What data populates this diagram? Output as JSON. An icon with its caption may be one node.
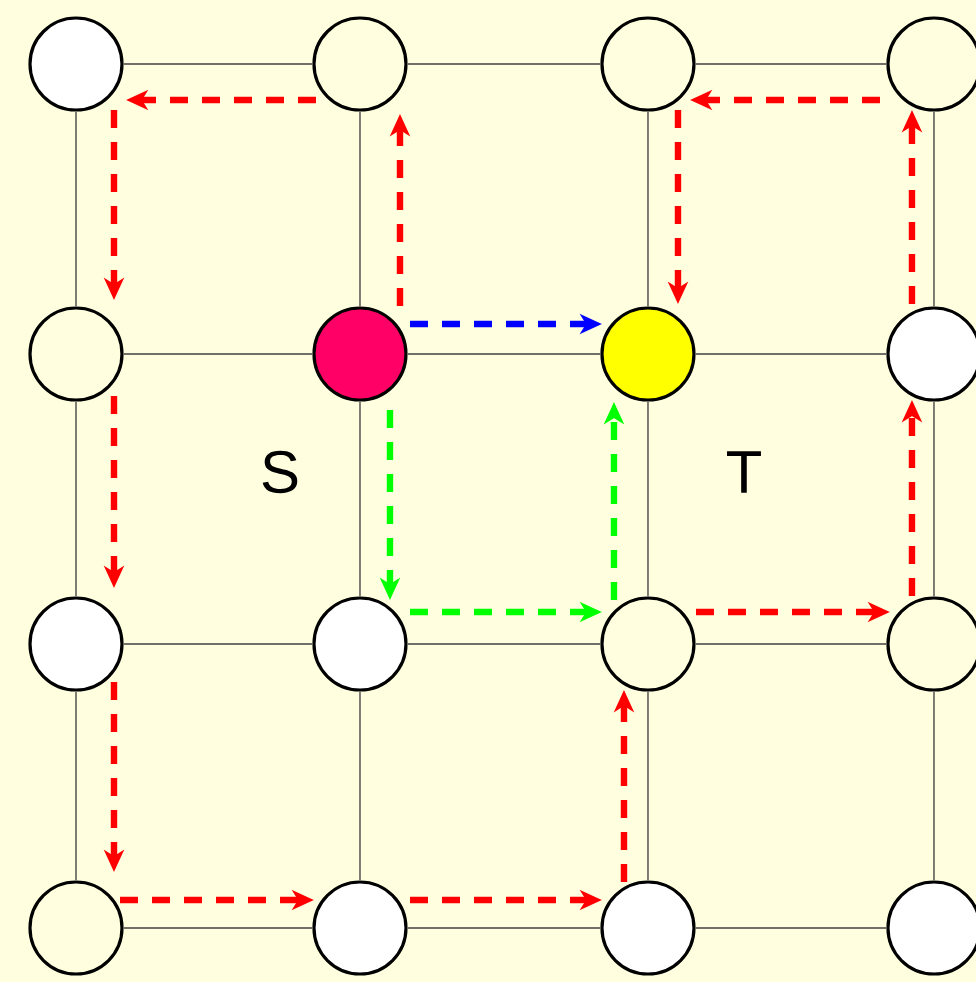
{
  "diagram": {
    "nodes": [
      {
        "text": [],
        "shape": "circle"
      },
      {
        "text": [],
        "shape": "circle"
      },
      {
        "text": [],
        "shape": "circle"
      },
      {
        "text": [],
        "shape": "circle"
      },
      {
        "text": [],
        "shape": "circle"
      },
      {
        "text": [],
        "shape": "circle",
        "beside": [
          "S"
        ]
      },
      {
        "text": [],
        "shape": "circle",
        "beside": [
          "T"
        ]
      },
      {
        "text": [],
        "shape": "circle"
      },
      {
        "text": [],
        "shape": "circle"
      },
      {
        "text": [],
        "shape": "circle"
      },
      {
        "text": [],
        "shape": "circle"
      },
      {
        "text": [],
        "shape": "circle"
      },
      {
        "text": [],
        "shape": "circle"
      },
      {
        "text": [],
        "shape": "circle"
      },
      {
        "text": [],
        "shape": "circle"
      },
      {
        "text": [],
        "shape": "circle"
      }
    ],
    "edges": [
      {
        "from": 0,
        "to": 1,
        "arrow": "none"
      },
      {
        "from": 1,
        "to": 2,
        "arrow": "none"
      },
      {
        "from": 2,
        "to": 3,
        "arrow": "none"
      },
      {
        "from": 4,
        "to": 5,
        "arrow": "none"
      },
      {
        "from": 5,
        "to": 6,
        "arrow": "none"
      },
      {
        "from": 6,
        "to": 7,
        "arrow": "none"
      },
      {
        "from": 8,
        "to": 9,
        "arrow": "none"
      },
      {
        "from": 9,
        "to": 10,
        "arrow": "none"
      },
      {
        "from": 10,
        "to": 11,
        "arrow": "none"
      },
      {
        "from": 12,
        "to": 13,
        "arrow": "none"
      },
      {
        "from": 13,
        "to": 14,
        "arrow": "none"
      },
      {
        "from": 14,
        "to": 15,
        "arrow": "none"
      },
      {
        "from": 0,
        "to": 4,
        "arrow": "none"
      },
      {
        "from": 4,
        "to": 8,
        "arrow": "none"
      },
      {
        "from": 8,
        "to": 12,
        "arrow": "none"
      },
      {
        "from": 1,
        "to": 5,
        "arrow": "none"
      },
      {
        "from": 5,
        "to": 9,
        "arrow": "none"
      },
      {
        "from": 9,
        "to": 13,
        "arrow": "none"
      },
      {
        "from": 2,
        "to": 6,
        "arrow": "none"
      },
      {
        "from": 6,
        "to": 10,
        "arrow": "none"
      },
      {
        "from": 10,
        "to": 14,
        "arrow": "none"
      },
      {
        "from": 3,
        "to": 7,
        "arrow": "none"
      },
      {
        "from": 7,
        "to": 11,
        "arrow": "none"
      },
      {
        "from": 11,
        "to": 15,
        "arrow": "none"
      },
      {
        "from": 5,
        "to": 1,
        "arrow": "to",
        "style": "dashed",
        "color": "#ff0000"
      },
      {
        "from": 1,
        "to": 0,
        "arrow": "to",
        "style": "dashed",
        "color": "#ff0000"
      },
      {
        "from": 0,
        "to": 4,
        "arrow": "to",
        "style": "dashed",
        "color": "#ff0000"
      },
      {
        "from": 4,
        "to": 8,
        "arrow": "to",
        "style": "dashed",
        "color": "#ff0000"
      },
      {
        "from": 8,
        "to": 12,
        "arrow": "to",
        "style": "dashed",
        "color": "#ff0000"
      },
      {
        "from": 12,
        "to": 13,
        "arrow": "to",
        "style": "dashed",
        "color": "#ff0000"
      },
      {
        "from": 13,
        "to": 14,
        "arrow": "to",
        "style": "dashed",
        "color": "#ff0000"
      },
      {
        "from": 14,
        "to": 10,
        "arrow": "to",
        "style": "dashed",
        "color": "#ff0000"
      },
      {
        "from": 10,
        "to": 11,
        "arrow": "to",
        "style": "dashed",
        "color": "#ff0000"
      },
      {
        "from": 11,
        "to": 7,
        "arrow": "to",
        "style": "dashed",
        "color": "#ff0000"
      },
      {
        "from": 7,
        "to": 3,
        "arrow": "to",
        "style": "dashed",
        "color": "#ff0000"
      },
      {
        "from": 3,
        "to": 2,
        "arrow": "to",
        "style": "dashed",
        "color": "#ff0000"
      },
      {
        "from": 2,
        "to": 6,
        "arrow": "to",
        "style": "dashed",
        "color": "#ff0000"
      },
      {
        "from": 5,
        "to": 6,
        "arrow": "to",
        "style": "dashed",
        "color": "#0000ff"
      },
      {
        "from": 5,
        "to": 9,
        "arrow": "to",
        "style": "dashed",
        "color": "#00ff00"
      },
      {
        "from": 9,
        "to": 10,
        "arrow": "to",
        "style": "dashed",
        "color": "#00ff00"
      },
      {
        "from": 10,
        "to": 6,
        "arrow": "to",
        "style": "dashed",
        "color": "#00ff00"
      }
    ]
  }
}
